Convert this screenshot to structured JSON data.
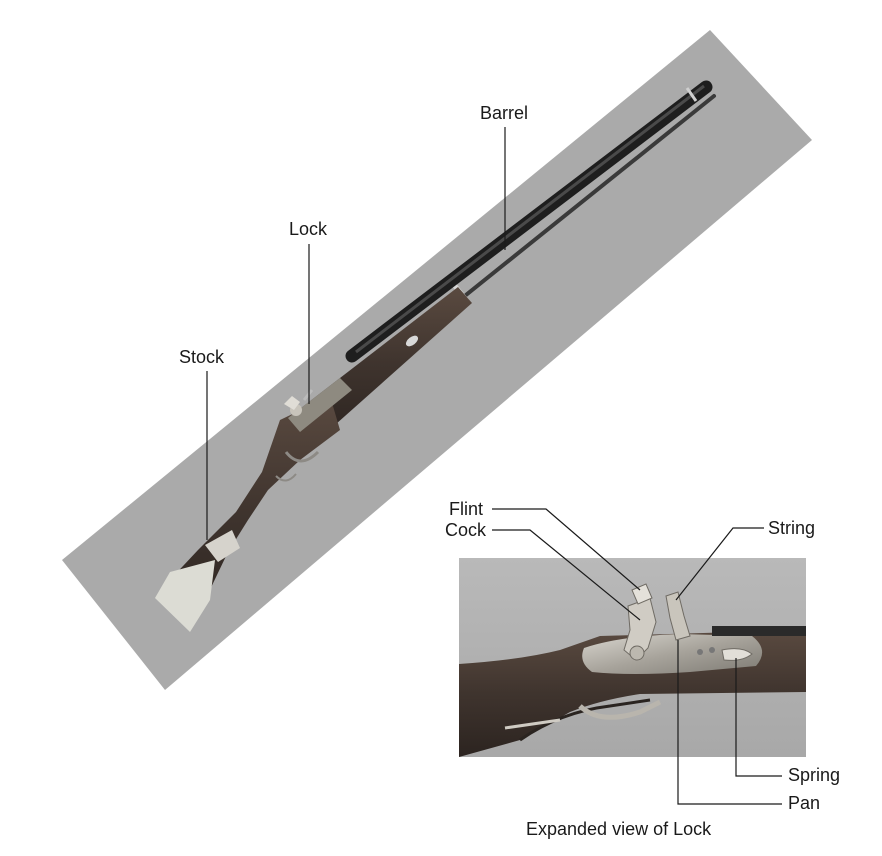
{
  "labels": {
    "barrel": "Barrel",
    "lock": "Lock",
    "stock": "Stock",
    "flint": "Flint",
    "cock": "Cock",
    "string": "String",
    "spring": "Spring",
    "pan": "Pan"
  },
  "caption": "Expanded view of Lock"
}
